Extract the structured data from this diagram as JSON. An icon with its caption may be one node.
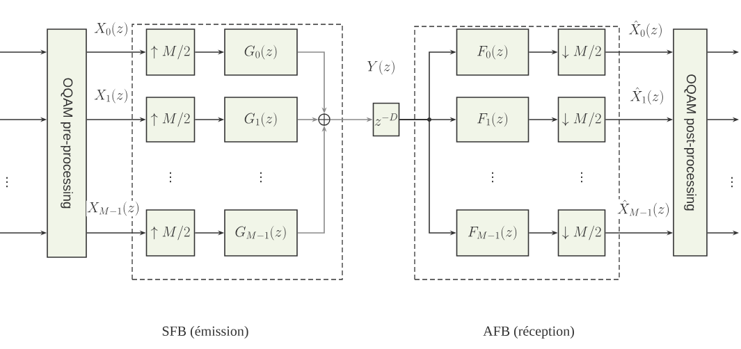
{
  "diagram": {
    "nodes": [
      {
        "text": [],
        "shape": "box",
        "beside": [
          "SFB (émission)"
        ]
      },
      {
        "text": [],
        "shape": "box",
        "beside": [
          "AFB (réception)"
        ]
      },
      {
        "text": [
          "OQAM pre-processing"
        ]
      },
      {
        "text": [
          "\\uparrow M/2"
        ],
        "in": 0
      },
      {
        "text": [
          "\\uparrow M/2"
        ],
        "in": 0
      },
      {
        "text": [
          "\\uparrow M/2"
        ],
        "in": 0
      },
      {
        "text": [
          "G_{0}(z)"
        ],
        "in": 0
      },
      {
        "text": [
          "G_{1}(z)"
        ],
        "in": 0
      },
      {
        "text": [
          "G_{M-1}(z)"
        ],
        "in": 0
      },
      {
        "text": [],
        "shape": "circle",
        "in": 0
      },
      {
        "text": [
          "z^{-D}"
        ]
      },
      {
        "text": [
          "F_{0}(z)"
        ],
        "in": 1
      },
      {
        "text": [
          "F_{1}(z)"
        ],
        "in": 1
      },
      {
        "text": [
          "F_{M-1}(z)"
        ],
        "in": 1
      },
      {
        "text": [
          "\\downarrow M/2"
        ],
        "in": 1
      },
      {
        "text": [
          "\\downarrow M/2"
        ],
        "in": 1
      },
      {
        "text": [
          "\\downarrow M/2"
        ],
        "in": 1
      },
      {
        "text": [
          "OQAM post-processing"
        ]
      }
    ],
    "edges": [
      {
        "from": null,
        "to": 2,
        "arrow": "to"
      },
      {
        "from": null,
        "to": 2,
        "arrow": "to"
      },
      {
        "from": null,
        "to": 2,
        "arrow": "to"
      },
      {
        "from": 2,
        "to": 3,
        "arrow": "to",
        "label": "X_{0}(z)"
      },
      {
        "from": 2,
        "to": 4,
        "arrow": "to",
        "label": "X_{1}(z)"
      },
      {
        "from": 2,
        "to": 5,
        "arrow": "to",
        "label": "X_{M-1}(z)"
      },
      {
        "from": 3,
        "to": 6,
        "arrow": "to"
      },
      {
        "from": 4,
        "to": 7,
        "arrow": "to"
      },
      {
        "from": 5,
        "to": 8,
        "arrow": "to"
      },
      {
        "from": 6,
        "to": 9,
        "arrow": "to",
        "color": "#8a8a8a"
      },
      {
        "from": 7,
        "to": 9,
        "arrow": "to",
        "color": "#8a8a8a"
      },
      {
        "from": 8,
        "to": 9,
        "arrow": "to",
        "color": "#8a8a8a"
      },
      {
        "from": 9,
        "to": 10,
        "arrow": "to",
        "color": "#8a8a8a"
      },
      {
        "from": 10,
        "to": 11,
        "arrow": "to"
      },
      {
        "from": 10,
        "to": 12,
        "arrow": "to"
      },
      {
        "from": 10,
        "to": 13,
        "arrow": "to"
      },
      {
        "from": 11,
        "to": 14,
        "arrow": "to"
      },
      {
        "from": 12,
        "to": 15,
        "arrow": "to"
      },
      {
        "from": 13,
        "to": 16,
        "arrow": "to"
      },
      {
        "from": 14,
        "to": 17,
        "arrow": "to",
        "label": "\\hat{X}_{0}(z)"
      },
      {
        "from": 15,
        "to": 17,
        "arrow": "to",
        "label": "\\hat{X}_{1}(z)"
      },
      {
        "from": 16,
        "to": 17,
        "arrow": "to",
        "label": "\\hat{X}_{M-1}(z)"
      },
      {
        "from": 17,
        "to": null,
        "arrow": "to"
      },
      {
        "from": 17,
        "to": null,
        "arrow": "to"
      },
      {
        "from": 17,
        "to": null,
        "arrow": "to"
      }
    ],
    "labels": [
      "⋮",
      "⋮",
      "⋮",
      "Y(z)",
      "⋮",
      "⋮",
      "⋮"
    ]
  }
}
